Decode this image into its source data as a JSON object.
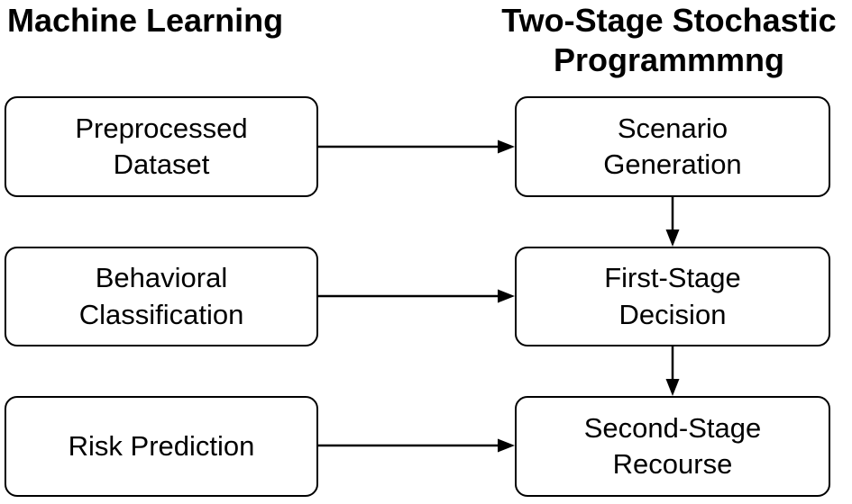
{
  "figure": {
    "type": "flow-diagram",
    "colors": {
      "ink": "#000000",
      "background": "#ffffff"
    }
  },
  "left_column": {
    "header": "Machine Learning",
    "boxes": [
      {
        "label": "Preprocessed Dataset"
      },
      {
        "label": "Behavioral Classification"
      },
      {
        "label": "Risk Prediction"
      }
    ]
  },
  "right_column": {
    "header": "Two-Stage Stochastic Programmmng",
    "boxes": [
      {
        "label": "Scenario Generation"
      },
      {
        "label": "First-Stage Decision"
      },
      {
        "label": "Second-Stage Recourse"
      }
    ]
  },
  "edges": [
    {
      "from": "Preprocessed Dataset",
      "to": "Scenario Generation",
      "direction": "right"
    },
    {
      "from": "Behavioral Classification",
      "to": "First-Stage Decision",
      "direction": "right"
    },
    {
      "from": "Risk Prediction",
      "to": "Second-Stage Recourse",
      "direction": "right"
    },
    {
      "from": "Scenario Generation",
      "to": "First-Stage Decision",
      "direction": "down"
    },
    {
      "from": "First-Stage Decision",
      "to": "Second-Stage Recourse",
      "direction": "down"
    }
  ]
}
